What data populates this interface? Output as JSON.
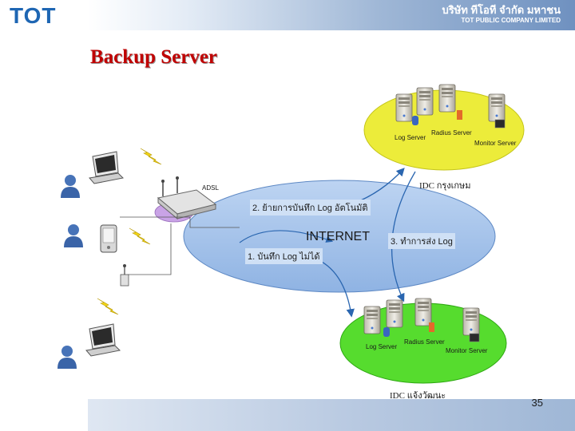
{
  "header": {
    "logo_text": "TOT",
    "company_thai": "บริษัท ทีโอที จำกัด มหาชน",
    "company_en": "TOT PUBLIC COMPANY LIMITED"
  },
  "title": "Backup Server",
  "diagram": {
    "adsl_label": "ADSL",
    "internet_label": "INTERNET",
    "step1": "1. บันทึก Log ไม่ได้",
    "step2": "2. ย้ายการบันทึก Log อัตโนมัติ",
    "step3": "3. ทำการส่ง Log",
    "site_top": {
      "name": "IDC กรุงเกษม",
      "log_server": "Log Server",
      "radius_server": "Radius Server",
      "monitor_server": "Monitor Server"
    },
    "site_bottom": {
      "name": "IDC แจ้งวัฒนะ",
      "log_server": "Log Server",
      "radius_server": "Radius Server",
      "monitor_server": "Monitor Server"
    },
    "colors": {
      "internet_cloud": "#a9c6ec",
      "site_top": "#ecec3a",
      "site_bottom": "#56dc2e",
      "adsl_oval": "#c9a3e6",
      "arrow": "#2a66b0",
      "lightning": "#f2d516"
    }
  },
  "footer": {
    "page_number": "35"
  }
}
